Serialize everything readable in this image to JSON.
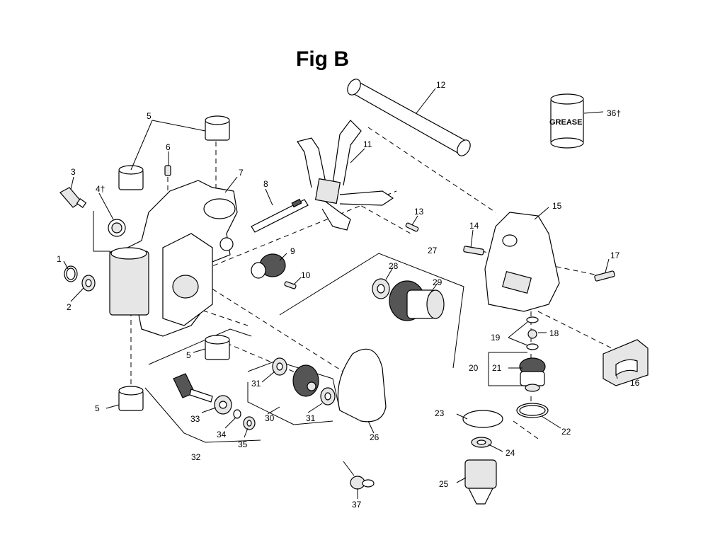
{
  "title": "Fig B",
  "grease_label": "GREASE",
  "callouts": {
    "c1": "1",
    "c2": "2",
    "c3": "3",
    "c4": "4†",
    "c5a": "5",
    "c5b": "5",
    "c5c": "5",
    "c6": "6",
    "c7": "7",
    "c8": "8",
    "c9": "9",
    "c10": "10",
    "c11": "11",
    "c12": "12",
    "c13": "13",
    "c14": "14",
    "c15": "15",
    "c16": "16",
    "c17": "17",
    "c18": "18",
    "c19": "19",
    "c20": "20",
    "c21": "21",
    "c22": "22",
    "c23": "23",
    "c24": "24",
    "c25": "25",
    "c26": "26",
    "c27": "27",
    "c28": "28",
    "c29": "29",
    "c30": "30",
    "c31a": "31",
    "c31b": "31",
    "c32": "32",
    "c33": "33",
    "c34": "34",
    "c35": "35",
    "c36": "36†",
    "c37": "37"
  }
}
